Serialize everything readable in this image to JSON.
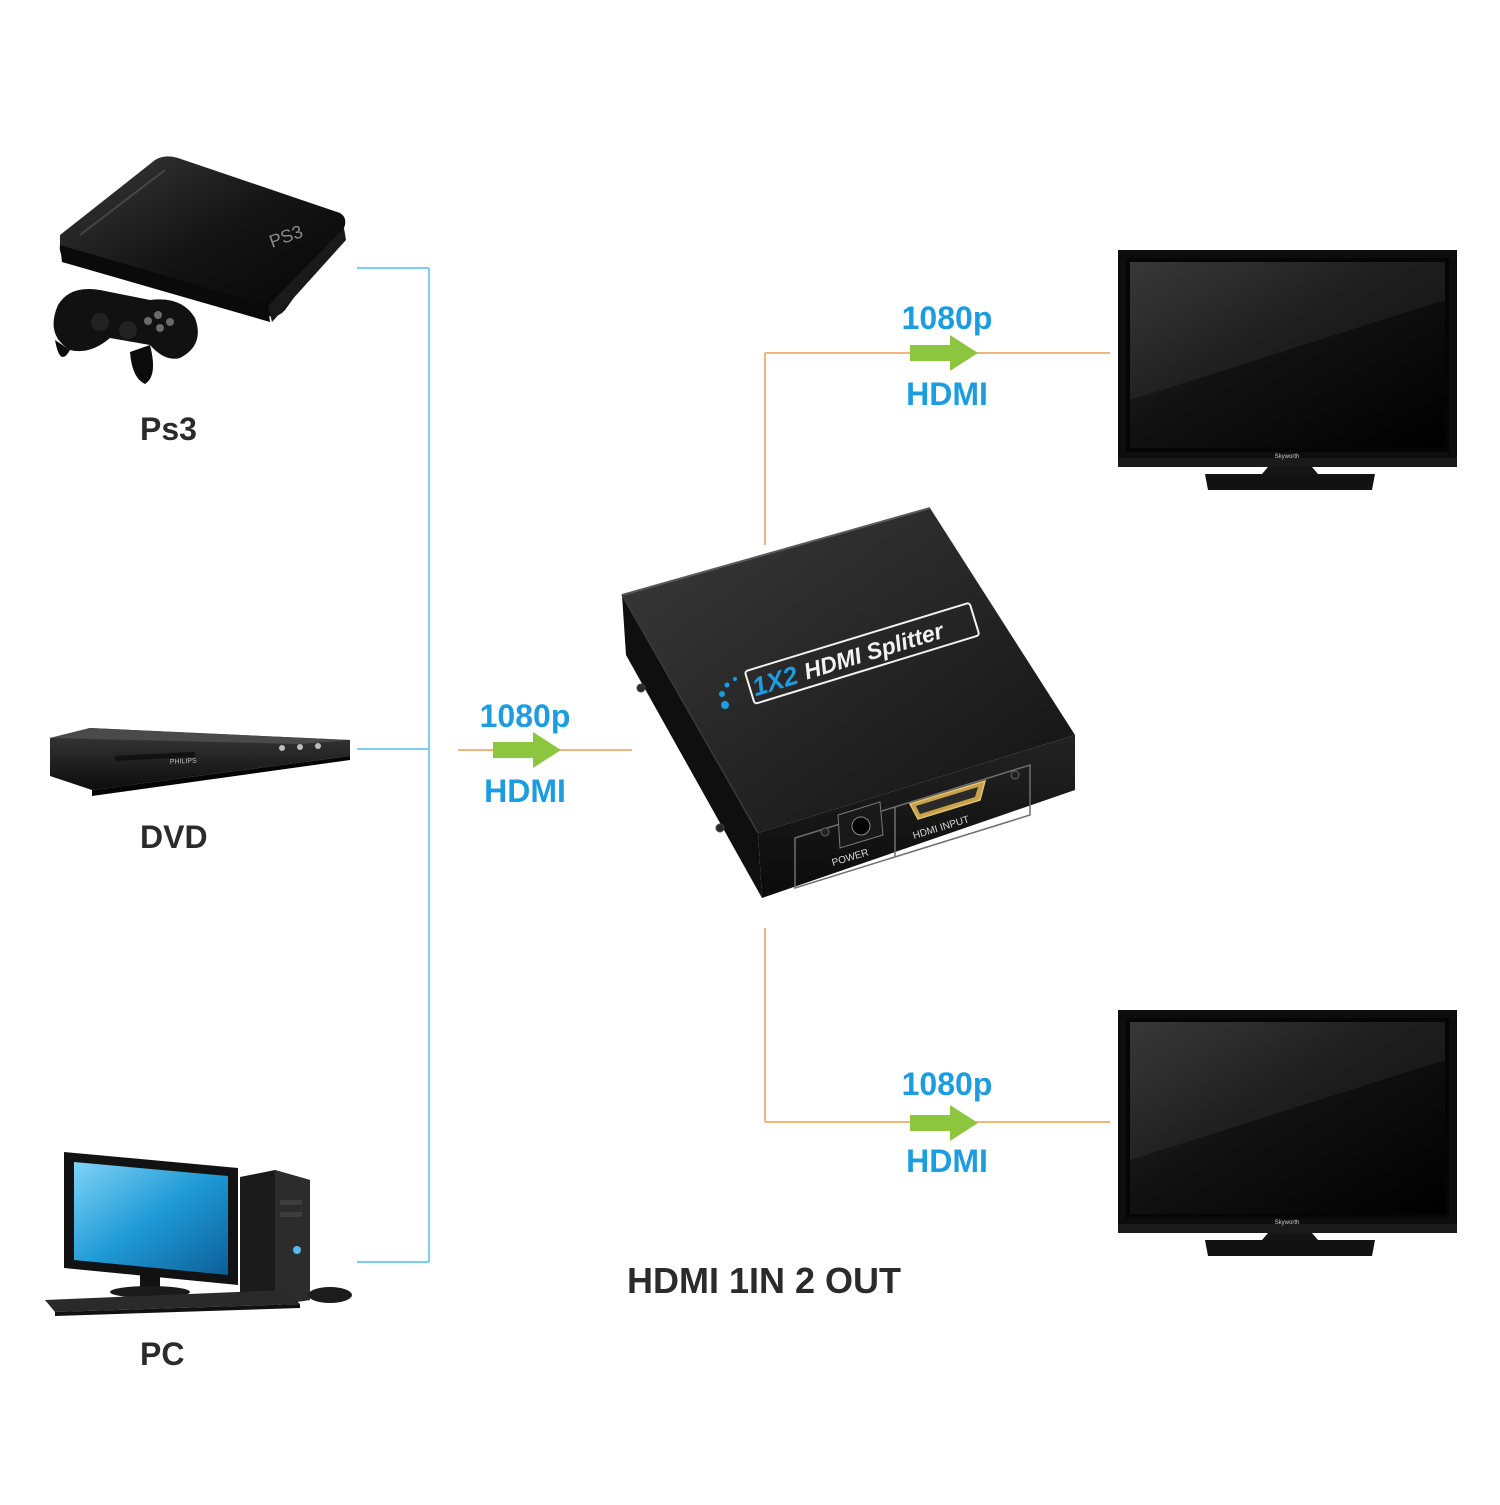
{
  "colors": {
    "input_line": "#7ccff2",
    "output_line": "#f0b57a",
    "label_blue": "#1d9de0",
    "arrow_green": "#8cc63f",
    "label_dark": "#2b2b2b"
  },
  "sources": [
    {
      "label": "Ps3",
      "icon": "ps3-console-icon"
    },
    {
      "label": "DVD",
      "icon": "dvd-player-icon"
    },
    {
      "label": "PC",
      "icon": "desktop-pc-icon"
    }
  ],
  "input_link": {
    "resolution": "1080p",
    "interface": "HDMI"
  },
  "outputs": [
    {
      "resolution": "1080p",
      "interface": "HDMI",
      "tv_brand": "Skyworth"
    },
    {
      "resolution": "1080p",
      "interface": "HDMI",
      "tv_brand": "Skyworth"
    }
  ],
  "splitter": {
    "model_prefix": "1X2",
    "model_label": "HDMI Splitter",
    "power_port": "POWER",
    "input_port": "HDMI INPUT"
  },
  "caption": "HDMI 1IN 2 OUT"
}
